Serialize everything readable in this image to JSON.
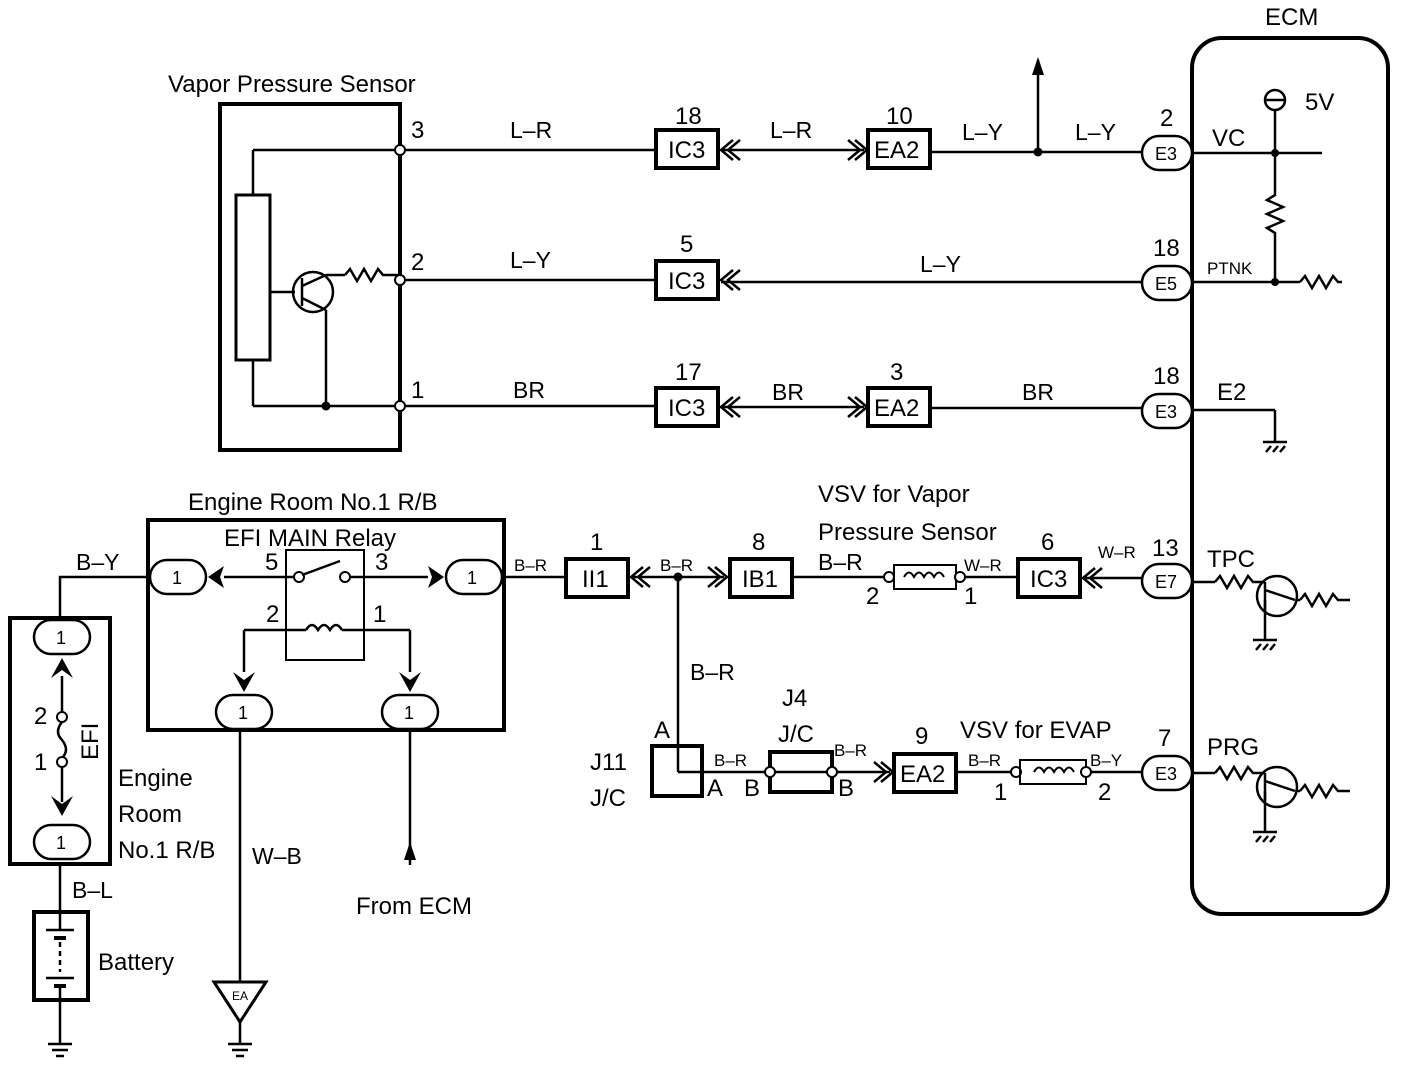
{
  "labels": {
    "ecm": "ECM",
    "vapor_sensor": "Vapor Pressure Sensor",
    "v5": "5V",
    "vc": "VC",
    "ptnk": "PTNK",
    "e2": "E2",
    "tpc": "TPC",
    "prg": "PRG",
    "engine_room_rb_top": "Engine Room No.1 R/B",
    "efi_relay": "EFI MAIN Relay",
    "vsv_vapor_1": "VSV for Vapor",
    "vsv_vapor_2": "Pressure Sensor",
    "vsv_evap": "VSV for EVAP",
    "engine_room_1": "Engine",
    "engine_room_2": "Room",
    "engine_room_3": "No.1 R/B",
    "battery": "Battery",
    "from_ecm": "From ECM",
    "efi": "EFI",
    "j4": "J4",
    "j4_jc": "J/C",
    "j11": "J11",
    "j11_jc": "J/C",
    "ea_ground": "EA"
  },
  "wires": {
    "l_r_1": "L–R",
    "l_r_2": "L–R",
    "l_y_1": "L–Y",
    "l_y_2": "L–Y",
    "l_y_3": "L–Y",
    "l_y_4": "L–Y",
    "br_1": "BR",
    "br_2": "BR",
    "br_3": "BR",
    "b_y_1": "B–Y",
    "b_r_1": "B–R",
    "b_r_2": "B–R",
    "b_r_3": "B–R",
    "b_r_4": "B–R",
    "b_r_5": "B–R",
    "b_r_6": "B–R",
    "b_r_7": "B–R",
    "w_r_1": "W–R",
    "w_r_2": "W–R",
    "b_y_2": "B–Y",
    "b_l": "B–L",
    "w_b": "W–B"
  },
  "boxes": {
    "ic3_a": "IC3",
    "ic3_b": "IC3",
    "ic3_c": "IC3",
    "ic3_d": "IC3",
    "ea2_a": "EA2",
    "ea2_b": "EA2",
    "ea2_c": "EA2",
    "ii1": "II1",
    "ib1": "IB1"
  },
  "connectors": {
    "e3_a": "E3",
    "e5": "E5",
    "e3_b": "E3",
    "e7": "E7",
    "e3_c": "E3",
    "one_a": "1",
    "one_b": "1",
    "one_c": "1",
    "one_d": "1",
    "one_e": "1",
    "one_f": "1"
  },
  "pins": {
    "s3": "3",
    "s2": "2",
    "s1": "1",
    "n18a": "18",
    "n10": "10",
    "n2": "2",
    "n5": "5",
    "n18b": "18",
    "n17": "17",
    "n3": "3",
    "n18c": "18",
    "n1_ii1": "1",
    "n8": "8",
    "n6": "6",
    "n13": "13",
    "n9": "9",
    "n7": "7",
    "vsv1_2": "2",
    "vsv1_1": "1",
    "vsv2_1": "1",
    "vsv2_2": "2",
    "relay_5": "5",
    "relay_3": "3",
    "relay_2": "2",
    "relay_1": "1",
    "fuse_2": "2",
    "fuse_1": "1",
    "j11_a": "A",
    "j11_a2": "A",
    "j4_b1": "B",
    "j4_b2": "B"
  }
}
